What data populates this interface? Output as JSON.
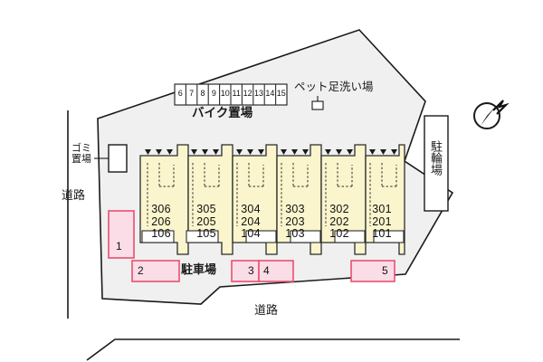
{
  "plan": {
    "title": "apartment-site-plan",
    "colors": {
      "site": "#f0f0f0",
      "building": "#fbf5cd",
      "stall_fill": "#fbdde8",
      "stall_border": "#e8506e",
      "line": "#1a1a1a"
    }
  },
  "labels": {
    "road_left": "道路",
    "road_bottom": "道路",
    "garbage": "ゴミ\n置場",
    "garbage_line1": "ゴミ",
    "garbage_line2": "置場",
    "bike_area": "バイク置場",
    "pet_wash": "ペット足洗い場",
    "bicycle_parking": "駐輪場",
    "car_parking": "駐車場"
  },
  "bike_stalls": {
    "numbers": [
      "6",
      "7",
      "8",
      "9",
      "10",
      "11",
      "12",
      "13",
      "14",
      "15"
    ]
  },
  "building": {
    "units": [
      {
        "floor3": "306",
        "floor2": "206",
        "floor1": "106"
      },
      {
        "floor3": "305",
        "floor2": "205",
        "floor1": "105"
      },
      {
        "floor3": "304",
        "floor2": "204",
        "floor1": "104"
      },
      {
        "floor3": "303",
        "floor2": "203",
        "floor1": "103"
      },
      {
        "floor3": "302",
        "floor2": "202",
        "floor1": "102"
      },
      {
        "floor3": "301",
        "floor2": "201",
        "floor1": "101"
      }
    ]
  },
  "car_stalls": {
    "numbers": [
      "1",
      "2",
      "3",
      "4",
      "5"
    ]
  },
  "compass": {
    "name": "north-arrow"
  }
}
